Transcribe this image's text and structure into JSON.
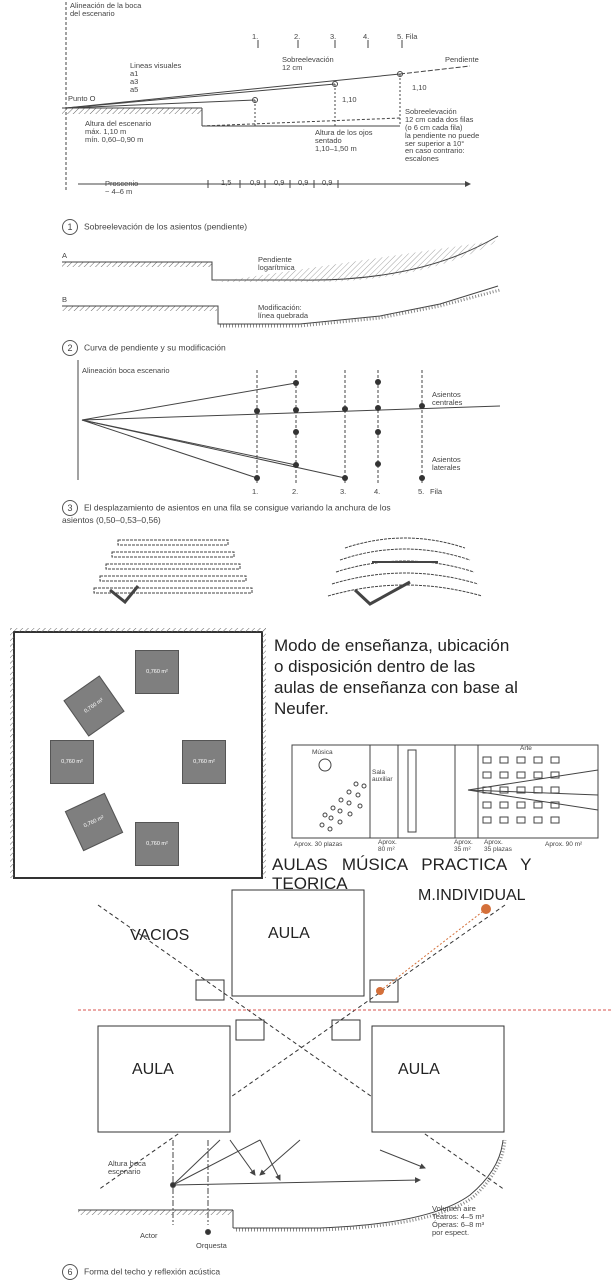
{
  "fig1": {
    "alineacion": "Alineación de la boca\ndel escenario",
    "rows": [
      "1.",
      "2.",
      "3.",
      "4.",
      "5. Fila"
    ],
    "lineas": "Lineas visuales\na1\na3\na5",
    "sobre": "Sobreelevación\n12 cm",
    "pendiente": "Pendiente",
    "puntoO": "Punto O",
    "altura_esc": "Altura del escenario\nmáx. 1,10 m\nmín. 0,60–0,90 m",
    "h110a": "1,10",
    "h110b": "1,10",
    "ojos": "Altura de los ojos\nsentado\n1,10–1,50 m",
    "sobre_note": "Sobreelevación\n12 cm cada dos filas\n(o 6 cm cada fila)\nla pendiente no puede\nser superior a 10°\nen caso contrario:\nescalones",
    "proscenio": "Proscenio\n~ 4–6 m",
    "dims": [
      "1,5",
      "0,9",
      "0,9",
      "0,9",
      "0,9"
    ],
    "caption_num": "1",
    "caption": "Sobreelevación de los asientos (pendiente)"
  },
  "fig2": {
    "labelA": "A",
    "labelB": "B",
    "pendLog": "Pendiente\nlogarítmica",
    "modif": "Modificación:\nlínea quebrada",
    "caption_num": "2",
    "caption": "Curva de pendiente y su modificación"
  },
  "fig3": {
    "alineacion": "Alineación boca escenario",
    "centrales": "Asientos\ncentrales",
    "laterales": "Asientos\nlaterales",
    "rows": [
      "1.",
      "2.",
      "3.",
      "4.",
      "5.",
      "Fila"
    ],
    "caption_num": "3",
    "caption": "El desplazamiento de asientos en una fila se consigue variando la anchura de los\nasientos (0,50–0,53–0,56)"
  },
  "plan": {
    "box_label": "0,760 m²"
  },
  "text_right": {
    "modo": "Modo de enseñanza, ubicación\no disposición dentro de las\naulas de enseñanza con base al\nNeufer.",
    "musica": "Música",
    "sala": "Sala\nauxiliar",
    "arte": "Arte",
    "aprox30": "Aprox. 30 plazas",
    "aprox80": "Aprox.\n80 m²",
    "aprox35a": "Aprox.\n35 m²",
    "aprox35b": "Aprox.\n35 plazas",
    "aprox90": "Aprox. 90 m²",
    "aulas_title": "AULAS   MÚSICA   PRACTICA   Y\nTEORICA"
  },
  "diagram": {
    "m_individual": "M.INDIVIDUAL",
    "vacios": "VACIOS",
    "aula": "AULA"
  },
  "fig6": {
    "altura": "Altura boca\nescenario",
    "volumen": "Volumen aire\nTeatros: 4–5 m³\nÓperas: 6–8 m³\npor espect.",
    "actor": "Actor",
    "orquesta": "Orquesta",
    "caption_num": "6",
    "caption": "Forma del techo y reflexión acústica"
  },
  "colors": {
    "orange": "#d4703a",
    "red_dash": "#d9534f",
    "gray_box": "#7f7f7f"
  }
}
